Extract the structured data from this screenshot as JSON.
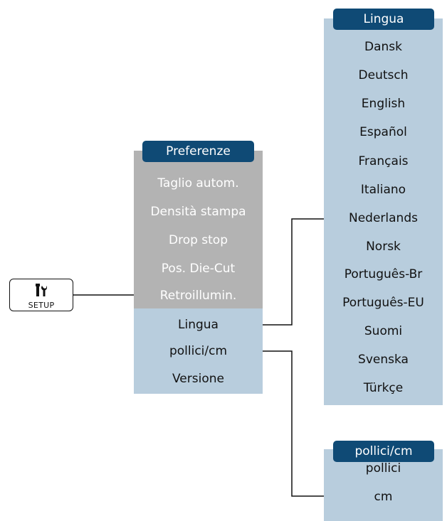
{
  "setup_button": {
    "label": "SETUP",
    "icon": "tools-icon"
  },
  "preferenze": {
    "header": "Preferenze",
    "disabled_items": [
      "Taglio autom.",
      "Densità stampa",
      "Drop stop",
      "Pos. Die-Cut",
      "Retroillumin."
    ],
    "items": [
      "Lingua",
      "pollici/cm",
      "Versione"
    ]
  },
  "lingua": {
    "header": "Lingua",
    "items": [
      "Dansk",
      "Deutsch",
      "English",
      "Español",
      "Français",
      "Italiano",
      "Nederlands",
      "Norsk",
      "Português-Br",
      "Português-EU",
      "Suomi",
      "Svenska",
      "Türkçe"
    ]
  },
  "pollici_cm": {
    "header": "pollici/cm",
    "items": [
      "pollici",
      "cm"
    ]
  },
  "colors": {
    "header": "#0f4a75",
    "disabled_panel": "#b3b3b3",
    "active_panel": "#b8cddd"
  }
}
